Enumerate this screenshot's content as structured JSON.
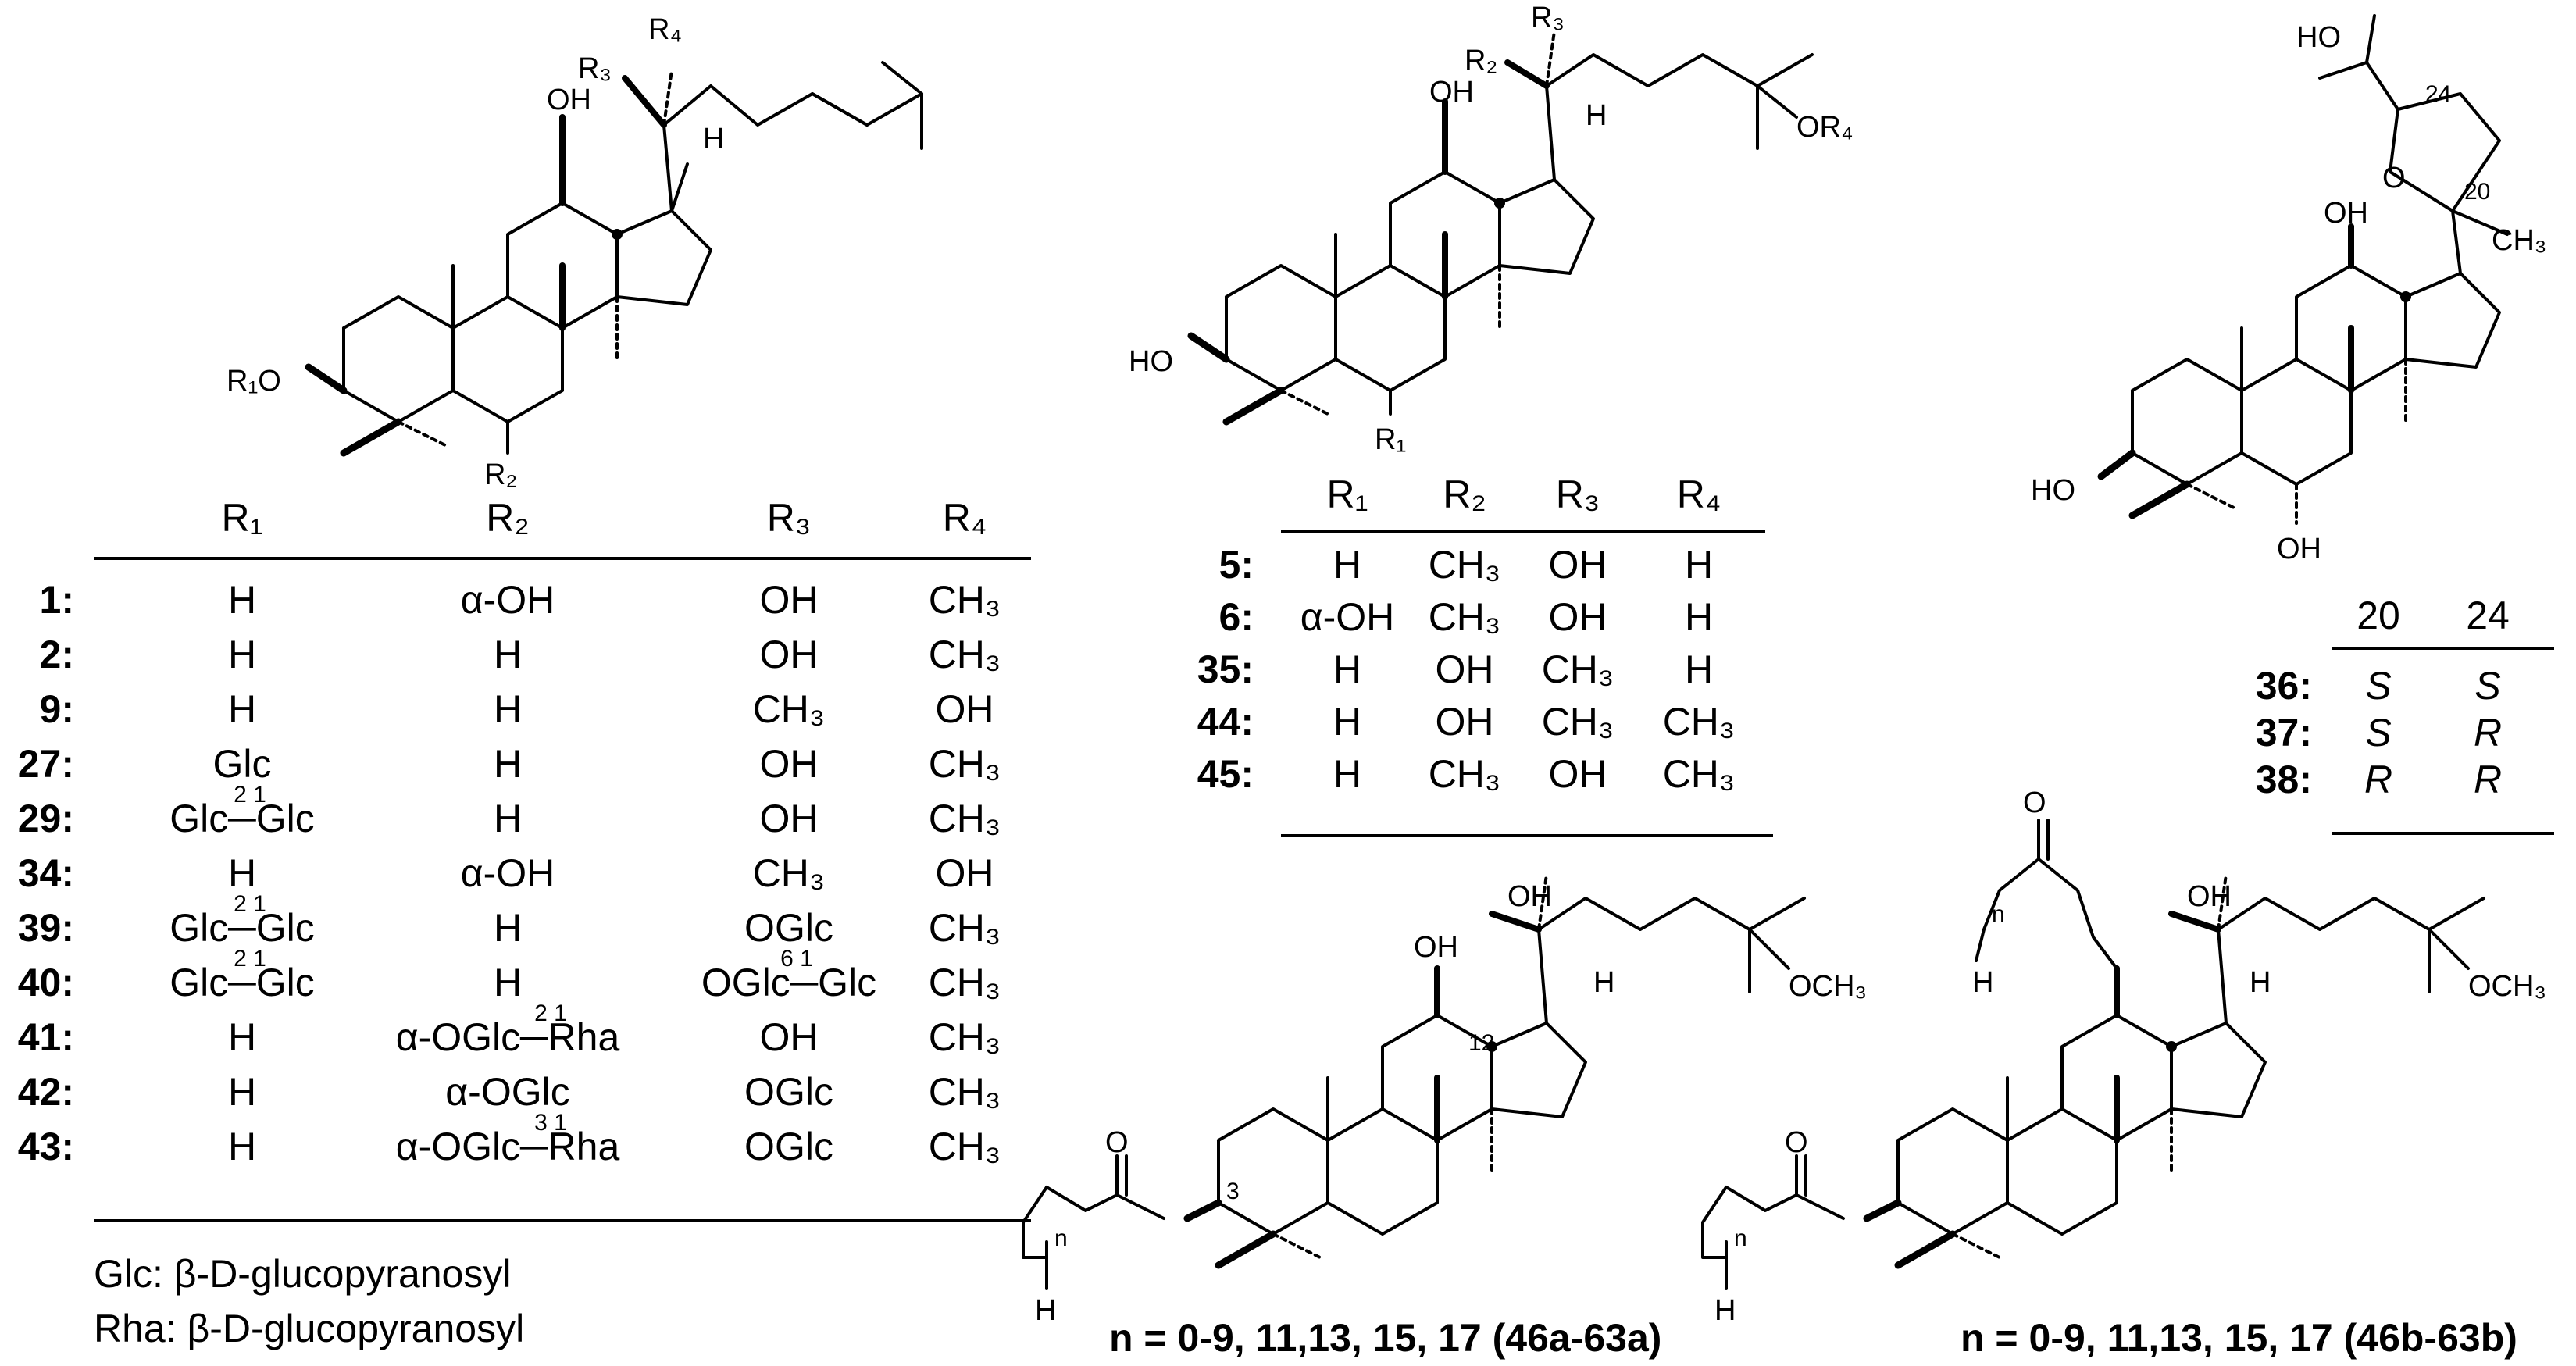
{
  "structure1": {
    "atoms": {
      "r1o": "R₁O",
      "r2": "R₂",
      "r3": "R₃",
      "r4": "R₄",
      "oh": "OH",
      "h": "H"
    },
    "table": {
      "headers": [
        "R₁",
        "R₂",
        "R₃",
        "R₄"
      ],
      "rows": [
        {
          "id": "1:",
          "r1": "H",
          "r2": "α-OH",
          "r3": "OH",
          "r4": "CH₃"
        },
        {
          "id": "2:",
          "r1": "H",
          "r2": "H",
          "r3": "OH",
          "r4": "CH₃"
        },
        {
          "id": "9:",
          "r1": "H",
          "r2": "H",
          "r3": "CH₃",
          "r4": "OH"
        },
        {
          "id": "27:",
          "r1": "Glc",
          "r2": "H",
          "r3": "OH",
          "r4": "CH₃"
        },
        {
          "id": "29:",
          "r1": "Glc─Glc",
          "r1_link": "2 1",
          "r2": "H",
          "r3": "OH",
          "r4": "CH₃"
        },
        {
          "id": "34:",
          "r1": "H",
          "r2": "α-OH",
          "r3": "CH₃",
          "r4": "OH"
        },
        {
          "id": "39:",
          "r1": "Glc─Glc",
          "r1_link": "2 1",
          "r2": "H",
          "r3": "OGlc",
          "r4": "CH₃"
        },
        {
          "id": "40:",
          "r1": "Glc─Glc",
          "r1_link": "2 1",
          "r2": "H",
          "r3": "OGlc─Glc",
          "r3_link": "6 1",
          "r4": "CH₃"
        },
        {
          "id": "41:",
          "r1": "H",
          "r2": "α-OGlc─Rha",
          "r2_link": "2 1",
          "r3": "OH",
          "r4": "CH₃"
        },
        {
          "id": "42:",
          "r1": "H",
          "r2": "α-OGlc",
          "r3": "OGlc",
          "r4": "CH₃"
        },
        {
          "id": "43:",
          "r1": "H",
          "r2": "α-OGlc─Rha",
          "r2_link": "3 1",
          "r3": "OGlc",
          "r4": "CH₃"
        }
      ]
    },
    "footnotes": [
      "Glc: β-D-glucopyranosyl",
      "Rha: β-D-glucopyranosyl"
    ]
  },
  "structure2": {
    "atoms": {
      "ho": "HO",
      "r1": "R₁",
      "r2": "R₂",
      "r3": "R₃",
      "or4": "OR₄",
      "oh": "OH",
      "h": "H"
    },
    "table": {
      "headers": [
        "R₁",
        "R₂",
        "R₃",
        "R₄"
      ],
      "rows": [
        {
          "id": "5:",
          "r1": "H",
          "r2": "CH₃",
          "r3": "OH",
          "r4": "H"
        },
        {
          "id": "6:",
          "r1": "α-OH",
          "r2": "CH₃",
          "r3": "OH",
          "r4": "H"
        },
        {
          "id": "35:",
          "r1": "H",
          "r2": "OH",
          "r3": "CH₃",
          "r4": "H"
        },
        {
          "id": "44:",
          "r1": "H",
          "r2": "OH",
          "r3": "CH₃",
          "r4": "CH₃"
        },
        {
          "id": "45:",
          "r1": "H",
          "r2": "CH₃",
          "r3": "OH",
          "r4": "CH₃"
        }
      ]
    }
  },
  "structure3": {
    "atoms": {
      "ho_top": "HO",
      "c24": "24",
      "o": "O",
      "c20": "20",
      "ch3": "CH₃",
      "oh12": "OH",
      "ho3": "HO",
      "oh6": "OH"
    },
    "table": {
      "headers": [
        "20",
        "24"
      ],
      "rows": [
        {
          "id": "36:",
          "c20": "S",
          "c24": "S"
        },
        {
          "id": "37:",
          "c20": "S",
          "c24": "R"
        },
        {
          "id": "38:",
          "c20": "R",
          "c24": "R"
        }
      ]
    }
  },
  "structure4": {
    "atoms": {
      "oh20": "OH",
      "och3": "OCH₃",
      "oh12": "OH",
      "c12": "12",
      "h": "H",
      "o_carbonyl": "O",
      "n": "n",
      "h_chain": "H",
      "c3": "3"
    },
    "caption": "n = 0-9, 11,13, 15, 17 (46a-63a)"
  },
  "structure5": {
    "atoms": {
      "oh20": "OH",
      "och3": "OCH₃",
      "o_top": "O",
      "n_top": "n",
      "h_top": "H",
      "h": "H",
      "o_carbonyl": "O",
      "n": "n",
      "h_chain": "H"
    },
    "caption": "n = 0-9, 11,13, 15, 17 (46b-63b)"
  },
  "colors": {
    "ink": "#000000",
    "background": "#ffffff"
  }
}
